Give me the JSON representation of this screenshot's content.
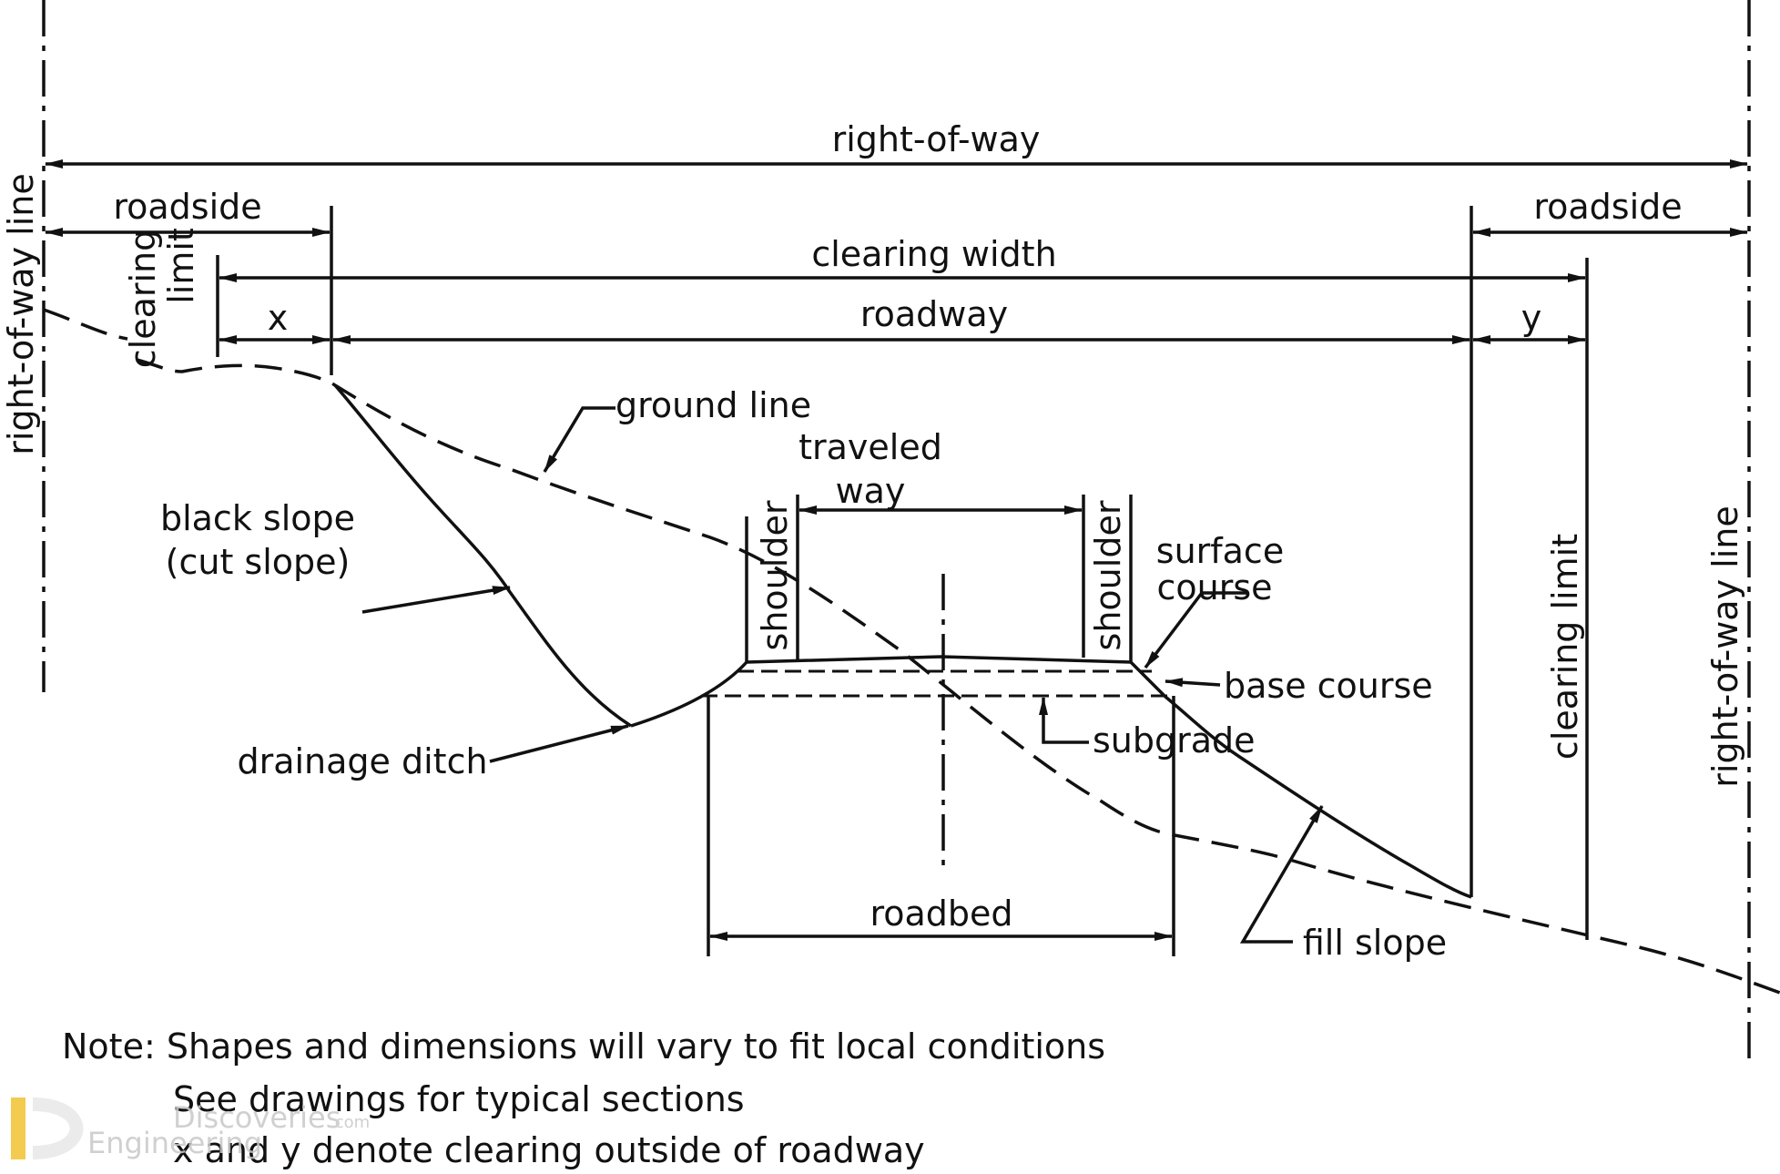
{
  "labels": {
    "right_of_way": "right-of-way",
    "row_line_left": "right-of-way line",
    "row_line_right": "right-of-way line",
    "roadside_left": "roadside",
    "roadside_right": "roadside",
    "clearing_width": "clearing width",
    "clearing_limit_left_1": "clearing",
    "clearing_limit_left_2": "limit",
    "clearing_limit_right": "clearing limit",
    "x": "x",
    "y": "y",
    "roadway": "roadway",
    "ground_line": "ground line",
    "traveled_1": "traveled",
    "traveled_2": "way",
    "shoulder_left": "shoulder",
    "shoulder_right": "shoulder",
    "surface_1": "surface",
    "surface_2": "course",
    "base_course": "base course",
    "subgrade": "subgrade",
    "back_slope_1": "black slope",
    "back_slope_2": "(cut slope)",
    "drainage_ditch": "drainage ditch",
    "roadbed": "roadbed",
    "fill_slope": "fill slope"
  },
  "note": {
    "line1": "Note:  Shapes and dimensions will vary to fit local conditions",
    "line2": "See drawings for typical sections",
    "line3": "x and y denote clearing outside of roadway"
  },
  "watermark": {
    "brand": "Discoveries",
    "brand_suffix": ".com",
    "sub": "Engineering"
  }
}
